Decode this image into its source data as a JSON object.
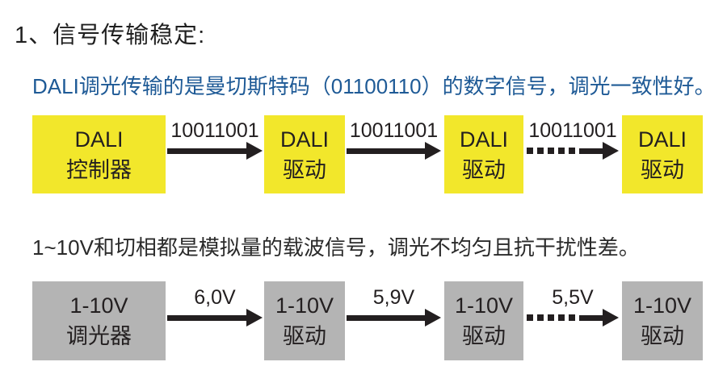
{
  "page": {
    "title": "1、信号传输稳定:",
    "dali_paragraph": "DALI调光传输的是曼切斯特码（01100110）的数字信号，调光一致性好。",
    "analog_paragraph": "1~10V和切相都是模拟量的载波信号，调光不均匀且抗干扰性差。"
  },
  "colors": {
    "dali_box": "#f2e72b",
    "analog_box": "#b4b4b4",
    "accent_blue": "#1e5a96",
    "ink": "#231f20"
  },
  "flows": [
    {
      "name": "dali-flow",
      "nodes": [
        {
          "line1": "DALI",
          "line2": "控制器"
        },
        {
          "line1": "DALI",
          "line2": "驱动"
        },
        {
          "line1": "DALI",
          "line2": "驱动"
        },
        {
          "line1": "DALI",
          "line2": "驱动"
        }
      ],
      "arrows": [
        {
          "label": "10011001",
          "style": "solid"
        },
        {
          "label": "10011001",
          "style": "solid"
        },
        {
          "label": "10011001",
          "style": "dashed"
        }
      ]
    },
    {
      "name": "analog-flow",
      "nodes": [
        {
          "line1": "1-10V",
          "line2": "调光器"
        },
        {
          "line1": "1-10V",
          "line2": "驱动"
        },
        {
          "line1": "1-10V",
          "line2": "驱动"
        },
        {
          "line1": "1-10V",
          "line2": "驱动"
        }
      ],
      "arrows": [
        {
          "label": "6,0V",
          "style": "solid"
        },
        {
          "label": "5,9V",
          "style": "solid"
        },
        {
          "label": "5,5V",
          "style": "dashed"
        }
      ]
    }
  ]
}
